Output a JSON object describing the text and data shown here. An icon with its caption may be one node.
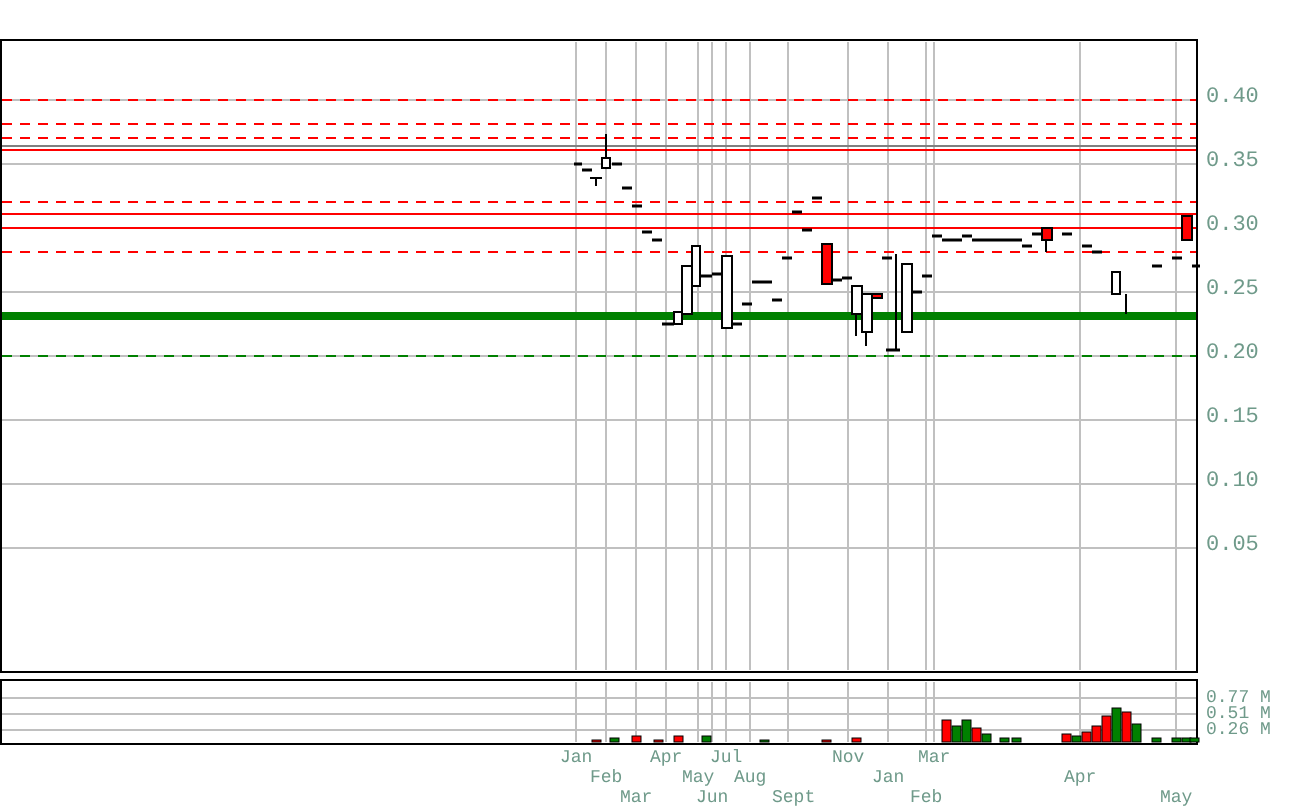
{
  "diagram": {
    "labels": [
      "0.40",
      "0.35",
      "0.30",
      "0.25",
      "0.20",
      "0.15",
      "0.10",
      "0.05",
      "0.77 M",
      "0.51 M",
      "0.26 M",
      "Jan",
      "Feb",
      "Mar",
      "Apr",
      "May",
      "Jun",
      "Jul",
      "Aug",
      "Sept",
      "Nov",
      "Jan",
      "Feb",
      "Mar",
      "Apr",
      "May"
    ]
  }
}
